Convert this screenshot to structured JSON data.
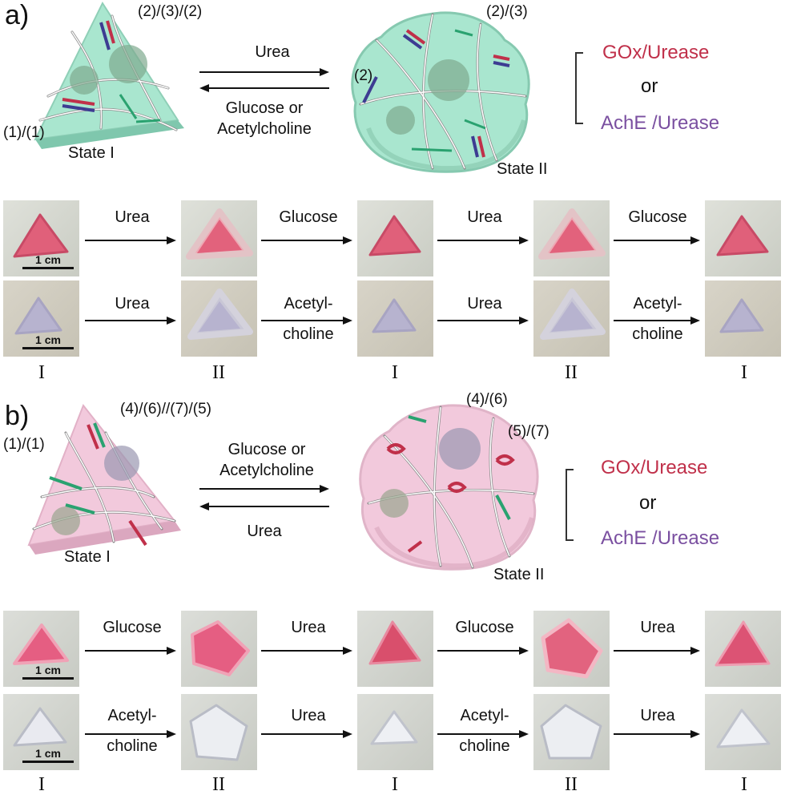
{
  "panel_a": {
    "label": "a)",
    "callouts": {
      "top": "(2)/(3)/(2)",
      "bottom": "(1)/(1)",
      "state2_top": "(2)/(3)",
      "state2_left": "(2)"
    },
    "state1": "State I",
    "state2": "State II",
    "arrow_forward": "Urea",
    "arrow_back_line1": "Glucose or",
    "arrow_back_line2": "Acetylcholine",
    "legend": {
      "item1": "GOx/Urease",
      "or": "or",
      "item2": "AchE /Urease"
    },
    "row1_steps": [
      "Urea",
      "Glucose",
      "Urea",
      "Glucose"
    ],
    "row2_steps": [
      [
        "Urea"
      ],
      [
        "Acetyl-",
        "choline"
      ],
      [
        "Urea"
      ],
      [
        "Acetyl-",
        "choline"
      ]
    ],
    "scale": "1 cm",
    "states": [
      "I",
      "II",
      "I",
      "II",
      "I"
    ]
  },
  "panel_b": {
    "label": "b)",
    "callouts": {
      "top": "(4)/(6)//(7)/(5)",
      "left": "(1)/(1)",
      "state2_top": "(4)/(6)",
      "state2_right": "(5)/(7)"
    },
    "state1": "State I",
    "state2": "State II",
    "arrow_forward_line1": "Glucose or",
    "arrow_forward_line2": "Acetylcholine",
    "arrow_back": "Urea",
    "legend": {
      "item1": "GOx/Urease",
      "or": "or",
      "item2": "AchE /Urease"
    },
    "row1_steps": [
      "Glucose",
      "Urea",
      "Glucose",
      "Urea"
    ],
    "row2_steps": [
      [
        "Acetyl-",
        "choline"
      ],
      [
        "Urea"
      ],
      [
        "Acetyl-",
        "choline"
      ],
      [
        "Urea"
      ]
    ],
    "scale": "1 cm",
    "states": [
      "I",
      "II",
      "I",
      "II",
      "I"
    ]
  },
  "colors": {
    "enzyme_red": "#c0304a",
    "enzyme_purple": "#7a4fa0",
    "hydrogel_green": "#a9e6cf",
    "hydrogel_pink": "#f2c9dc",
    "sample_pink": "#e0607a",
    "sample_lavender": "#b7b3cf"
  }
}
